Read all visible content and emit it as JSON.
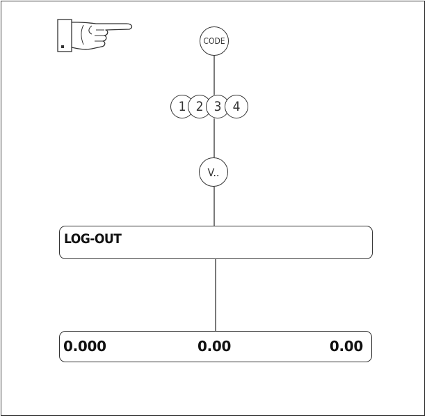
{
  "keys": {
    "code": "CODE",
    "digits": [
      "1",
      "2",
      "3",
      "4"
    ],
    "v": "V.."
  },
  "display_top": {
    "text": "LOG-OUT"
  },
  "display_bottom": {
    "values": [
      "0.000",
      "0.00",
      "0.00"
    ]
  },
  "icons": {
    "pointer": "pointing-hand-icon"
  },
  "colors": {
    "line": "#333333",
    "background": "#ffffff"
  }
}
